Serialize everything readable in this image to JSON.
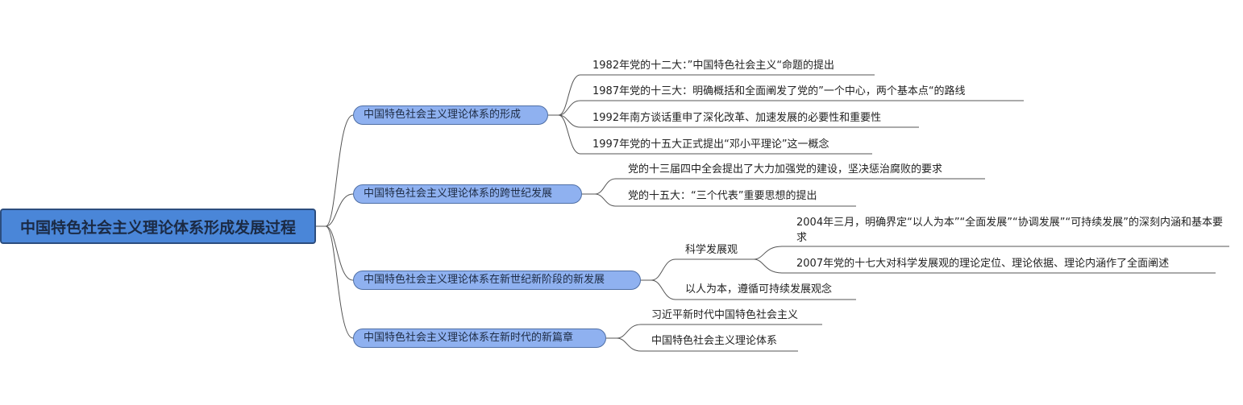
{
  "root": {
    "label": "中国特色社会主义理论体系形成发展过程"
  },
  "branches": [
    {
      "label": "中国特色社会主义理论体系的形成",
      "children": [
        "1982年党的十二大：”中国特色社会主义“命题的提出",
        "1987年党的十三大：明确概括和全面阐发了党的”一个中心，两个基本点“的路线",
        "1992年南方谈话重申了深化改革、加速发展的必要性和重要性",
        "1997年党的十五大正式提出“邓小平理论”这一概念"
      ]
    },
    {
      "label": "中国特色社会主义理论体系的跨世纪发展",
      "children": [
        "党的十三届四中全会提出了大力加强党的建设，坚决惩治腐败的要求",
        "党的十五大：“三个代表”重要思想的提出"
      ]
    },
    {
      "label": "中国特色社会主义理论体系在新世纪新阶段的新发展",
      "sub": {
        "label": "科学发展观",
        "children": [
          "2004年三月，明确界定“以人为本”“全面发展”“协调发展”“可持续发展”的深刻内涵和基本要求",
          "2007年党的十七大对科学发展观的理论定位、理论依据、理论内涵作了全面阐述"
        ]
      },
      "children": [
        "以人为本，遵循可持续发展观念"
      ]
    },
    {
      "label": "中国特色社会主义理论体系在新时代的新篇章",
      "children": [
        "习近平新时代中国特色社会主义",
        "中国特色社会主义理论体系"
      ]
    }
  ]
}
